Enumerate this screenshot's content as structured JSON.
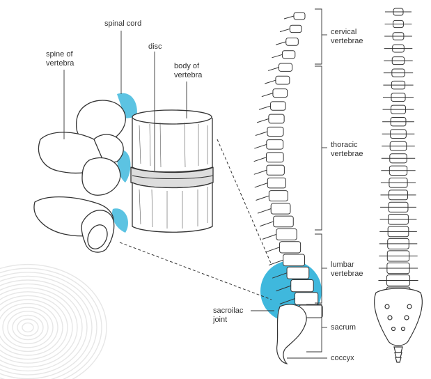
{
  "colors": {
    "highlight": "#3fb8dd",
    "ink": "#333333",
    "bone_fill": "#ffffff",
    "watermark": "#e6e6e6"
  },
  "labels": {
    "spinal_cord": "spinal cord",
    "spine_of_vertebra": [
      "spine of",
      "vertebra"
    ],
    "disc": "disc",
    "body_of_vertebra": [
      "body of",
      "vertebra"
    ],
    "cervical": [
      "cervical",
      "vertebrae"
    ],
    "thoracic": [
      "thoracic",
      "vertebrae"
    ],
    "lumbar": [
      "lumbar",
      "vertebrae"
    ],
    "sacroiliac": [
      "sacroilac",
      "joint"
    ],
    "sacrum": "sacrum",
    "coccyx": "coccyx"
  }
}
